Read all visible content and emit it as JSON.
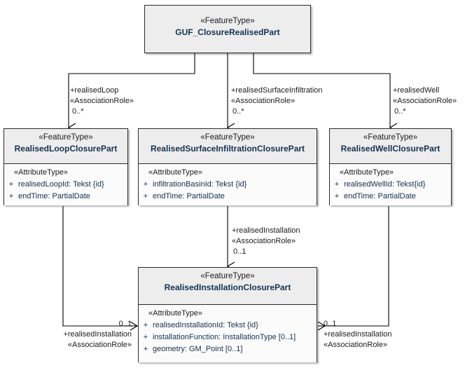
{
  "diagram": {
    "type": "uml-class-diagram",
    "colors": {
      "background": "#ffffff",
      "class_header_fill": "#ededed",
      "class_body_fill": "#fbfbfb",
      "border": "#2b2b2b",
      "class_name_text": "#14314f",
      "stereotype_text": "#1b1b1b"
    }
  },
  "classes": [
    {
      "id": "guf",
      "stereotype": "«FeatureType»",
      "name": "GUF_ClosureRealisedPart",
      "attribute_stereotype": "",
      "attributes": []
    },
    {
      "id": "loop",
      "stereotype": "«FeatureType»",
      "name": "RealisedLoopClosurePart",
      "attribute_stereotype": "«AttributeType»",
      "attributes": [
        {
          "visibility": "+",
          "text": "realisedLoopId: Tekst {id}"
        },
        {
          "visibility": "+",
          "text": "endTime: PartialDate"
        }
      ]
    },
    {
      "id": "surface",
      "stereotype": "«FeatureType»",
      "name": "RealisedSurfaceInfiltrationClosurePart",
      "attribute_stereotype": "«AttributeType»",
      "attributes": [
        {
          "visibility": "+",
          "text": "infiltrationBasinId: Tekst {id}"
        },
        {
          "visibility": "+",
          "text": "endTime: PartialDate"
        }
      ]
    },
    {
      "id": "well",
      "stereotype": "«FeatureType»",
      "name": "RealisedWellClosurePart",
      "attribute_stereotype": "«AttributeType»",
      "attributes": [
        {
          "visibility": "+",
          "text": "realisedWellId: Tekst{id}"
        },
        {
          "visibility": "+",
          "text": "endTime: PartialDate"
        }
      ]
    },
    {
      "id": "installation",
      "stereotype": "«FeatureType»",
      "name": "RealisedInstallationClosurePart",
      "attribute_stereotype": "«AttributeType»",
      "attributes": [
        {
          "visibility": "+",
          "text": "realisedInstallationId: Tekst {id}"
        },
        {
          "visibility": "+",
          "text": "installationFunction: InstallationType [0..1]"
        },
        {
          "visibility": "+",
          "text": "geometry: GM_Point [0..1]"
        }
      ]
    }
  ],
  "associations": [
    {
      "id": "assoc-loop",
      "role": "+realisedLoop",
      "stereotype": "«AssociationRole»",
      "multiplicity": "0..*"
    },
    {
      "id": "assoc-surface-infiltration",
      "role": "+realisedSurfaceInfiltration",
      "stereotype": "«AssociationRole»",
      "multiplicity": "0..*"
    },
    {
      "id": "assoc-well",
      "role": "+realisedWell",
      "stereotype": "«AssociationRole»",
      "multiplicity": "0..*"
    },
    {
      "id": "assoc-installation-mid",
      "role": "+realisedInstallation",
      "stereotype": "«AssociationRole»",
      "multiplicity": "0..1"
    },
    {
      "id": "assoc-installation-left",
      "role": "+realisedInstallation",
      "stereotype": "«AssociationRole»",
      "multiplicity": "0..1"
    },
    {
      "id": "assoc-installation-right",
      "role": "+realisedInstallation",
      "stereotype": "«AssociationRole»",
      "multiplicity": "0..1"
    }
  ]
}
